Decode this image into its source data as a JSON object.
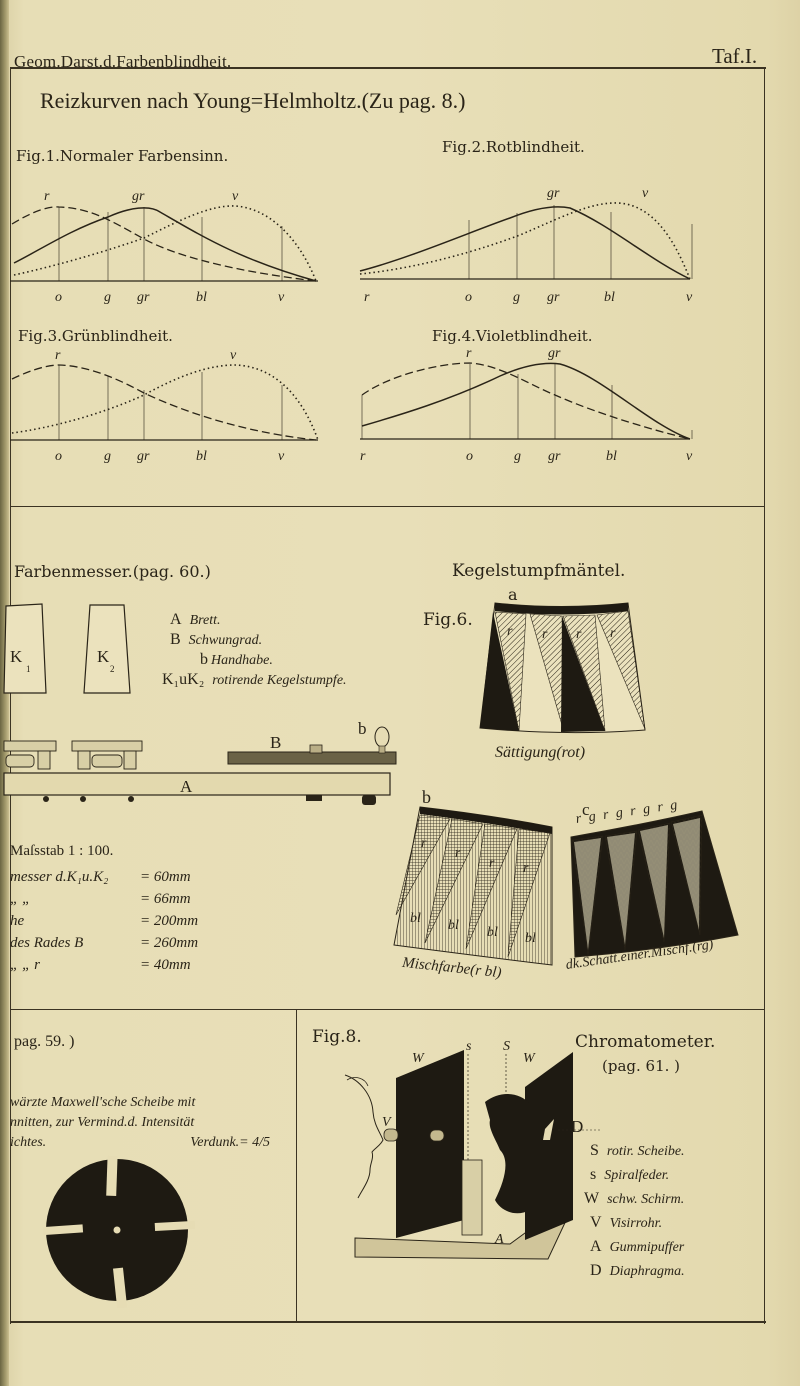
{
  "header": {
    "running_title": "Geom.Darst.d.Farbenblindheit.",
    "plate_label": "Taf.I."
  },
  "section_curves": {
    "title": "Reizkurven nach Young=Helmholtz.(Zu pag. 8.)",
    "figures": [
      {
        "id": "fig1",
        "title": "Fig.1.Normaler Farbensinn.",
        "peak_labels": [
          "r",
          "gr",
          "v"
        ],
        "axis_labels": [
          "o",
          "g",
          "gr",
          "bl",
          "v"
        ]
      },
      {
        "id": "fig2",
        "title": "Fig.2.Rotblindheit.",
        "peak_labels": [
          "gr",
          "v"
        ],
        "axis_labels": [
          "r",
          "o",
          "g",
          "gr",
          "bl",
          "v"
        ]
      },
      {
        "id": "fig3",
        "title": "Fig.3.Grünblindheit.",
        "peak_labels": [
          "r",
          "v"
        ],
        "axis_labels": [
          "o",
          "g",
          "gr",
          "bl",
          "v"
        ]
      },
      {
        "id": "fig4",
        "title": "Fig.4.Violetblindheit.",
        "peak_labels": [
          "r",
          "gr"
        ],
        "axis_labels": [
          "r",
          "o",
          "g",
          "gr",
          "bl",
          "v"
        ]
      }
    ]
  },
  "section_farbenmesser": {
    "title": "Farbenmesser.(pag. 60.)",
    "cone_labels": [
      "K",
      "K"
    ],
    "cone_subs": [
      "1",
      "2"
    ],
    "legend": [
      {
        "key": "A",
        "value": "Brett."
      },
      {
        "key": "B",
        "value": "Schwungrad."
      },
      {
        "key": "b",
        "value": "Handhabe."
      },
      {
        "key": "K₁uK₂",
        "value": "rotirende Kegelstumpfe."
      }
    ],
    "board_label": "A",
    "wheel_label": "B",
    "handle_label": "b",
    "scale": "Maſsstab 1 : 100.",
    "measurements": [
      {
        "label": "messer d.K₁u.K₂",
        "value": "= 60mm"
      },
      {
        "label": "„            „",
        "value": "= 66mm"
      },
      {
        "label": "he",
        "value": "= 200mm"
      },
      {
        "label": "des Rades B",
        "value": "= 260mm"
      },
      {
        "label": "„  „  r",
        "value": "= 40mm"
      }
    ]
  },
  "section_kegel": {
    "title": "Kegelstumpfmäntel.",
    "fig_label": "Fig.6.",
    "a": {
      "label": "a",
      "segment_labels": [
        "r",
        "r",
        "r",
        "r"
      ],
      "caption": "Sättigung(rot)"
    },
    "b": {
      "label": "b",
      "top_labels": [
        "r",
        "r",
        "r",
        "r"
      ],
      "bottom_labels": [
        "bl",
        "bl",
        "bl",
        "bl"
      ],
      "caption": "Mischfarbe(r bl)"
    },
    "c": {
      "label": "c",
      "top_labels": "r g r g r g r g",
      "caption": "dk.Schatt.einer.Mischf.(rg)"
    }
  },
  "section_maxwell": {
    "ref": "pag. 59. )",
    "lines": [
      "wärzte Maxwell'sche Scheibe mit",
      "nnitten, zur Vermind.d. Intensität",
      "ichtes."
    ],
    "darkening": "Verdunk.= 4/5"
  },
  "section_chromatometer": {
    "fig_label": "Fig.8.",
    "title": "Chromatometer.",
    "ref": "(pag. 61. )",
    "diagram_labels": {
      "W1": "W",
      "W2": "W",
      "s": "s",
      "S": "S",
      "V": "V",
      "D": "D",
      "A": "A"
    },
    "legend": [
      {
        "key": "S",
        "value": "rotir. Scheibe."
      },
      {
        "key": "s",
        "value": "Spiralfeder."
      },
      {
        "key": "W",
        "value": "schw. Schirm."
      },
      {
        "key": "V",
        "value": "Visirrohr."
      },
      {
        "key": "A",
        "value": "Gummipuffer"
      },
      {
        "key": "D",
        "value": "Diaphragma."
      }
    ]
  },
  "colors": {
    "paper": "#e6dcb4",
    "ink": "#2a2418"
  }
}
